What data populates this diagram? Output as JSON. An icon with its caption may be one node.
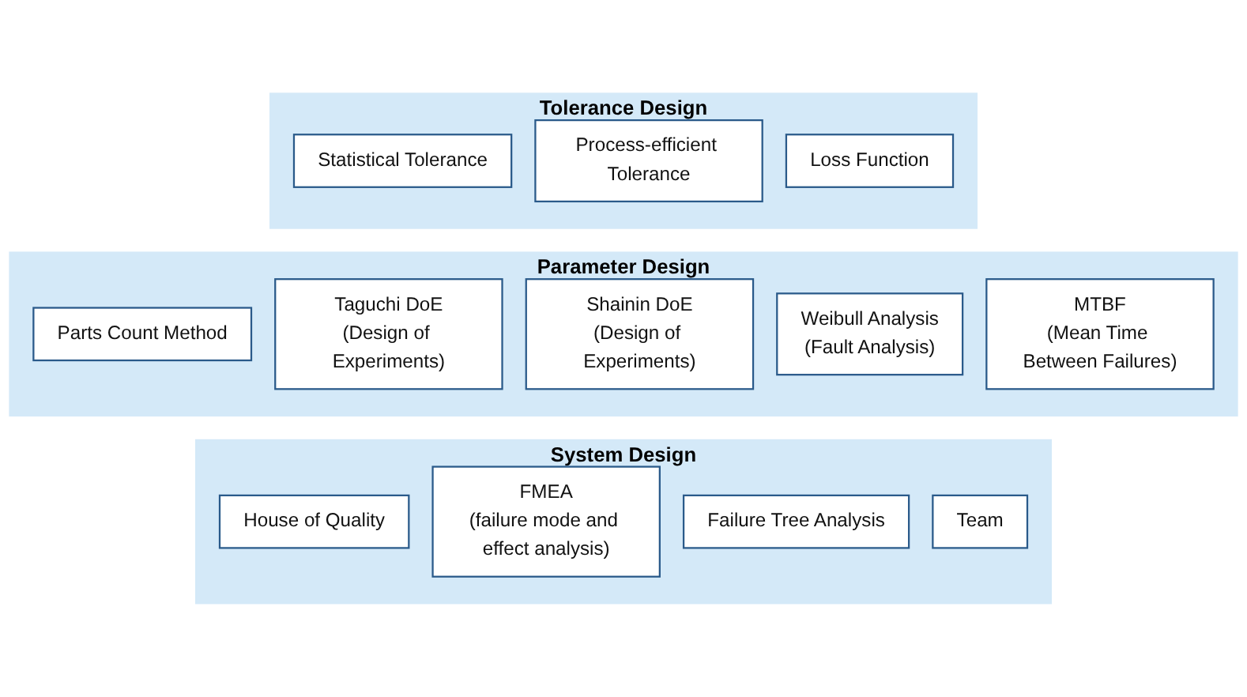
{
  "diagram": {
    "nodes": [
      {
        "text": [
          "System Design"
        ]
      },
      {
        "text": [
          "House of Quality"
        ],
        "in": 0
      },
      {
        "text": [
          "FMEA",
          "(failure mode and effect analysis)"
        ],
        "in": 0
      },
      {
        "text": [
          "Failure Tree Analysis"
        ],
        "in": 0
      },
      {
        "text": [
          "Team"
        ],
        "in": 0
      },
      {
        "text": [
          "Parameter Design"
        ]
      },
      {
        "text": [
          "Parts Count Method"
        ],
        "in": 5
      },
      {
        "text": [
          "Taguchi DoE",
          "(Design of Experiments)"
        ],
        "in": 5
      },
      {
        "text": [
          "Shainin DoE",
          "(Design of Experiments)"
        ],
        "in": 5
      },
      {
        "text": [
          "Weibull Analysis",
          "(Fault Analysis)"
        ],
        "in": 5
      },
      {
        "text": [
          "MTBF",
          "(Mean Time Between Failures)"
        ],
        "in": 5
      },
      {
        "text": [
          "Tolerance Design"
        ]
      },
      {
        "text": [
          "Statistical Tolerance"
        ],
        "in": 11
      },
      {
        "text": [
          "Process-efficient Tolerance"
        ],
        "in": 11
      },
      {
        "text": [
          "Loss Function"
        ],
        "in": 11
      }
    ]
  }
}
